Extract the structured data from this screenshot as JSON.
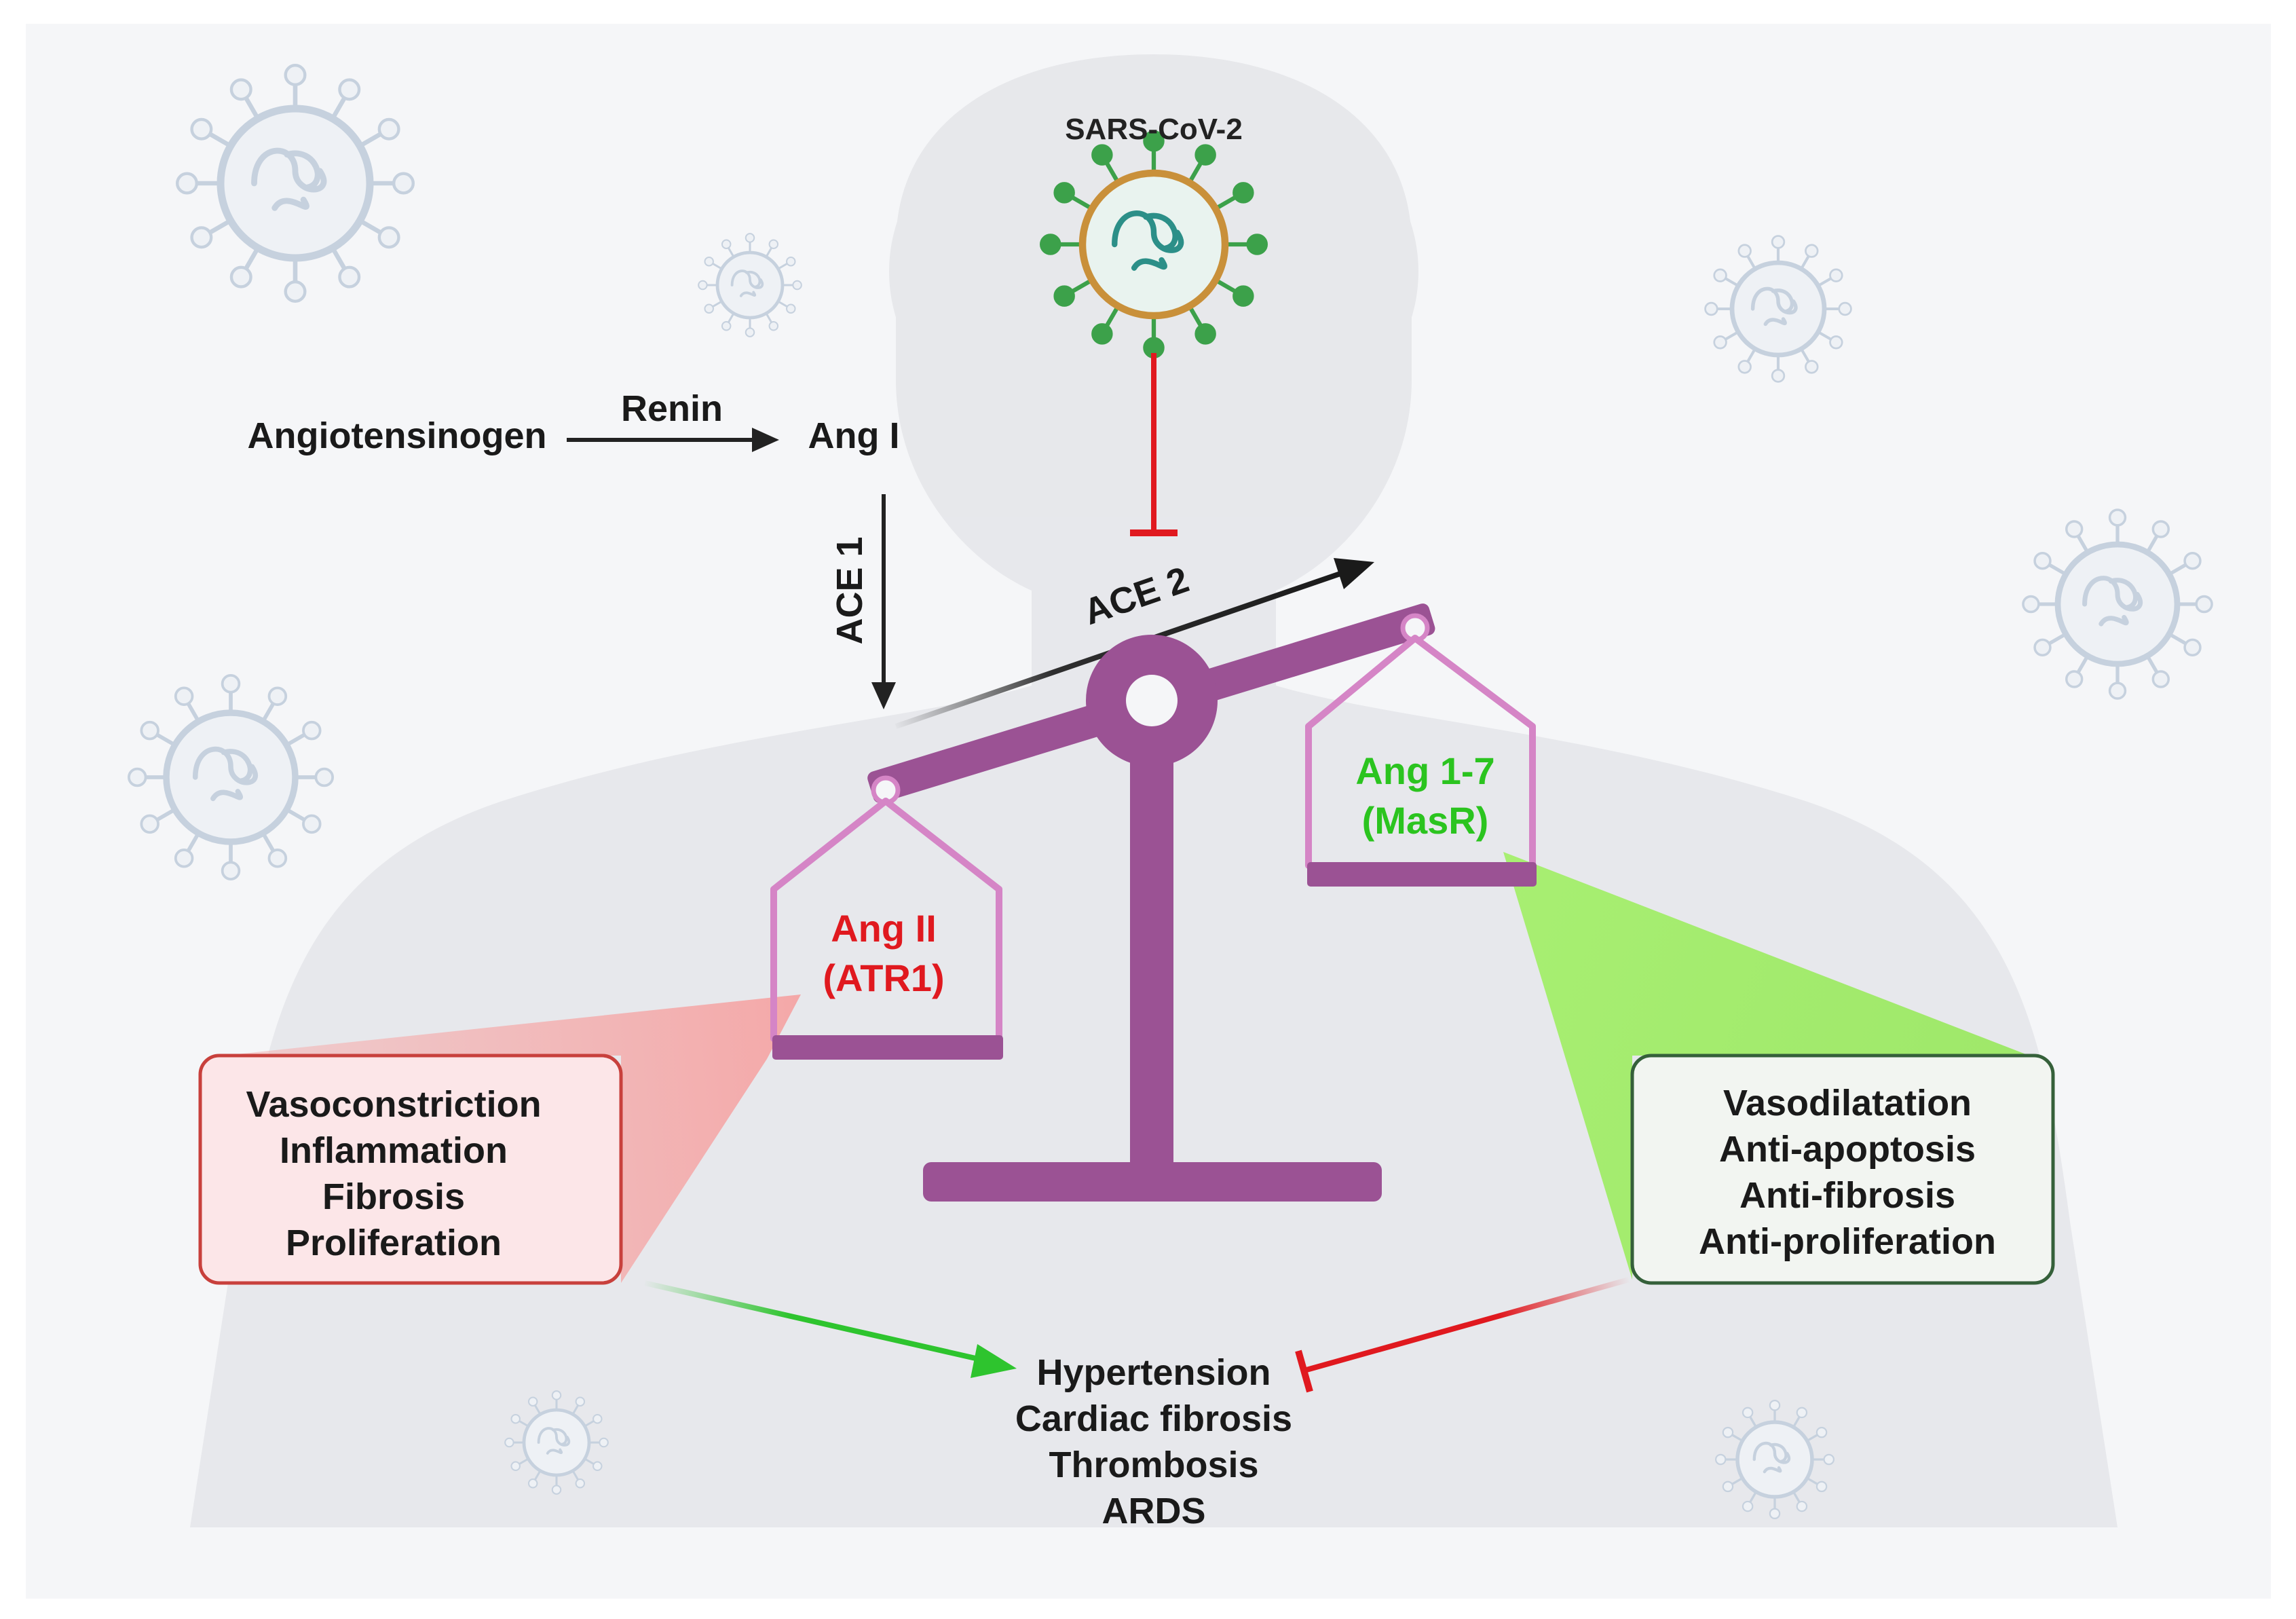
{
  "virus_label": "SARS-CoV-2",
  "pathway": {
    "angiotensinogen": "Angiotensinogen",
    "renin": "Renin",
    "ang1": "Ang I",
    "ace1": "ACE 1",
    "ace2": "ACE 2"
  },
  "left_pan": {
    "line1": "Ang II",
    "line2": "(ATR1)"
  },
  "right_pan": {
    "line1": "Ang 1-7",
    "line2": "(MasR)"
  },
  "left_effects": [
    "Vasoconstriction",
    "Inflammation",
    "Fibrosis",
    "Proliferation"
  ],
  "right_effects": [
    "Vasodilatation",
    "Anti-apoptosis",
    "Anti-fibrosis",
    "Anti-proliferation"
  ],
  "outcomes": [
    "Hypertension",
    "Cardiac fibrosis",
    "Thrombosis",
    "ARDS"
  ],
  "colors": {
    "background": "#f5f6f8",
    "silhouette": "#e6e7ea",
    "scale": "#9b5294",
    "pan": "#d585c6",
    "inhibit": "#e0191f",
    "activate": "#2ec42e",
    "green_text": "#2bc41f",
    "red_text": "#e0191f",
    "left_box_fill": "#fce6e8",
    "left_box_border": "#c8403c",
    "right_box_fill": "#f2f5f1",
    "right_box_border": "#35603a",
    "virus_bg": "#c6d1de",
    "virus_main": "#2c8f88",
    "virus_spike": "#3ca14a"
  }
}
